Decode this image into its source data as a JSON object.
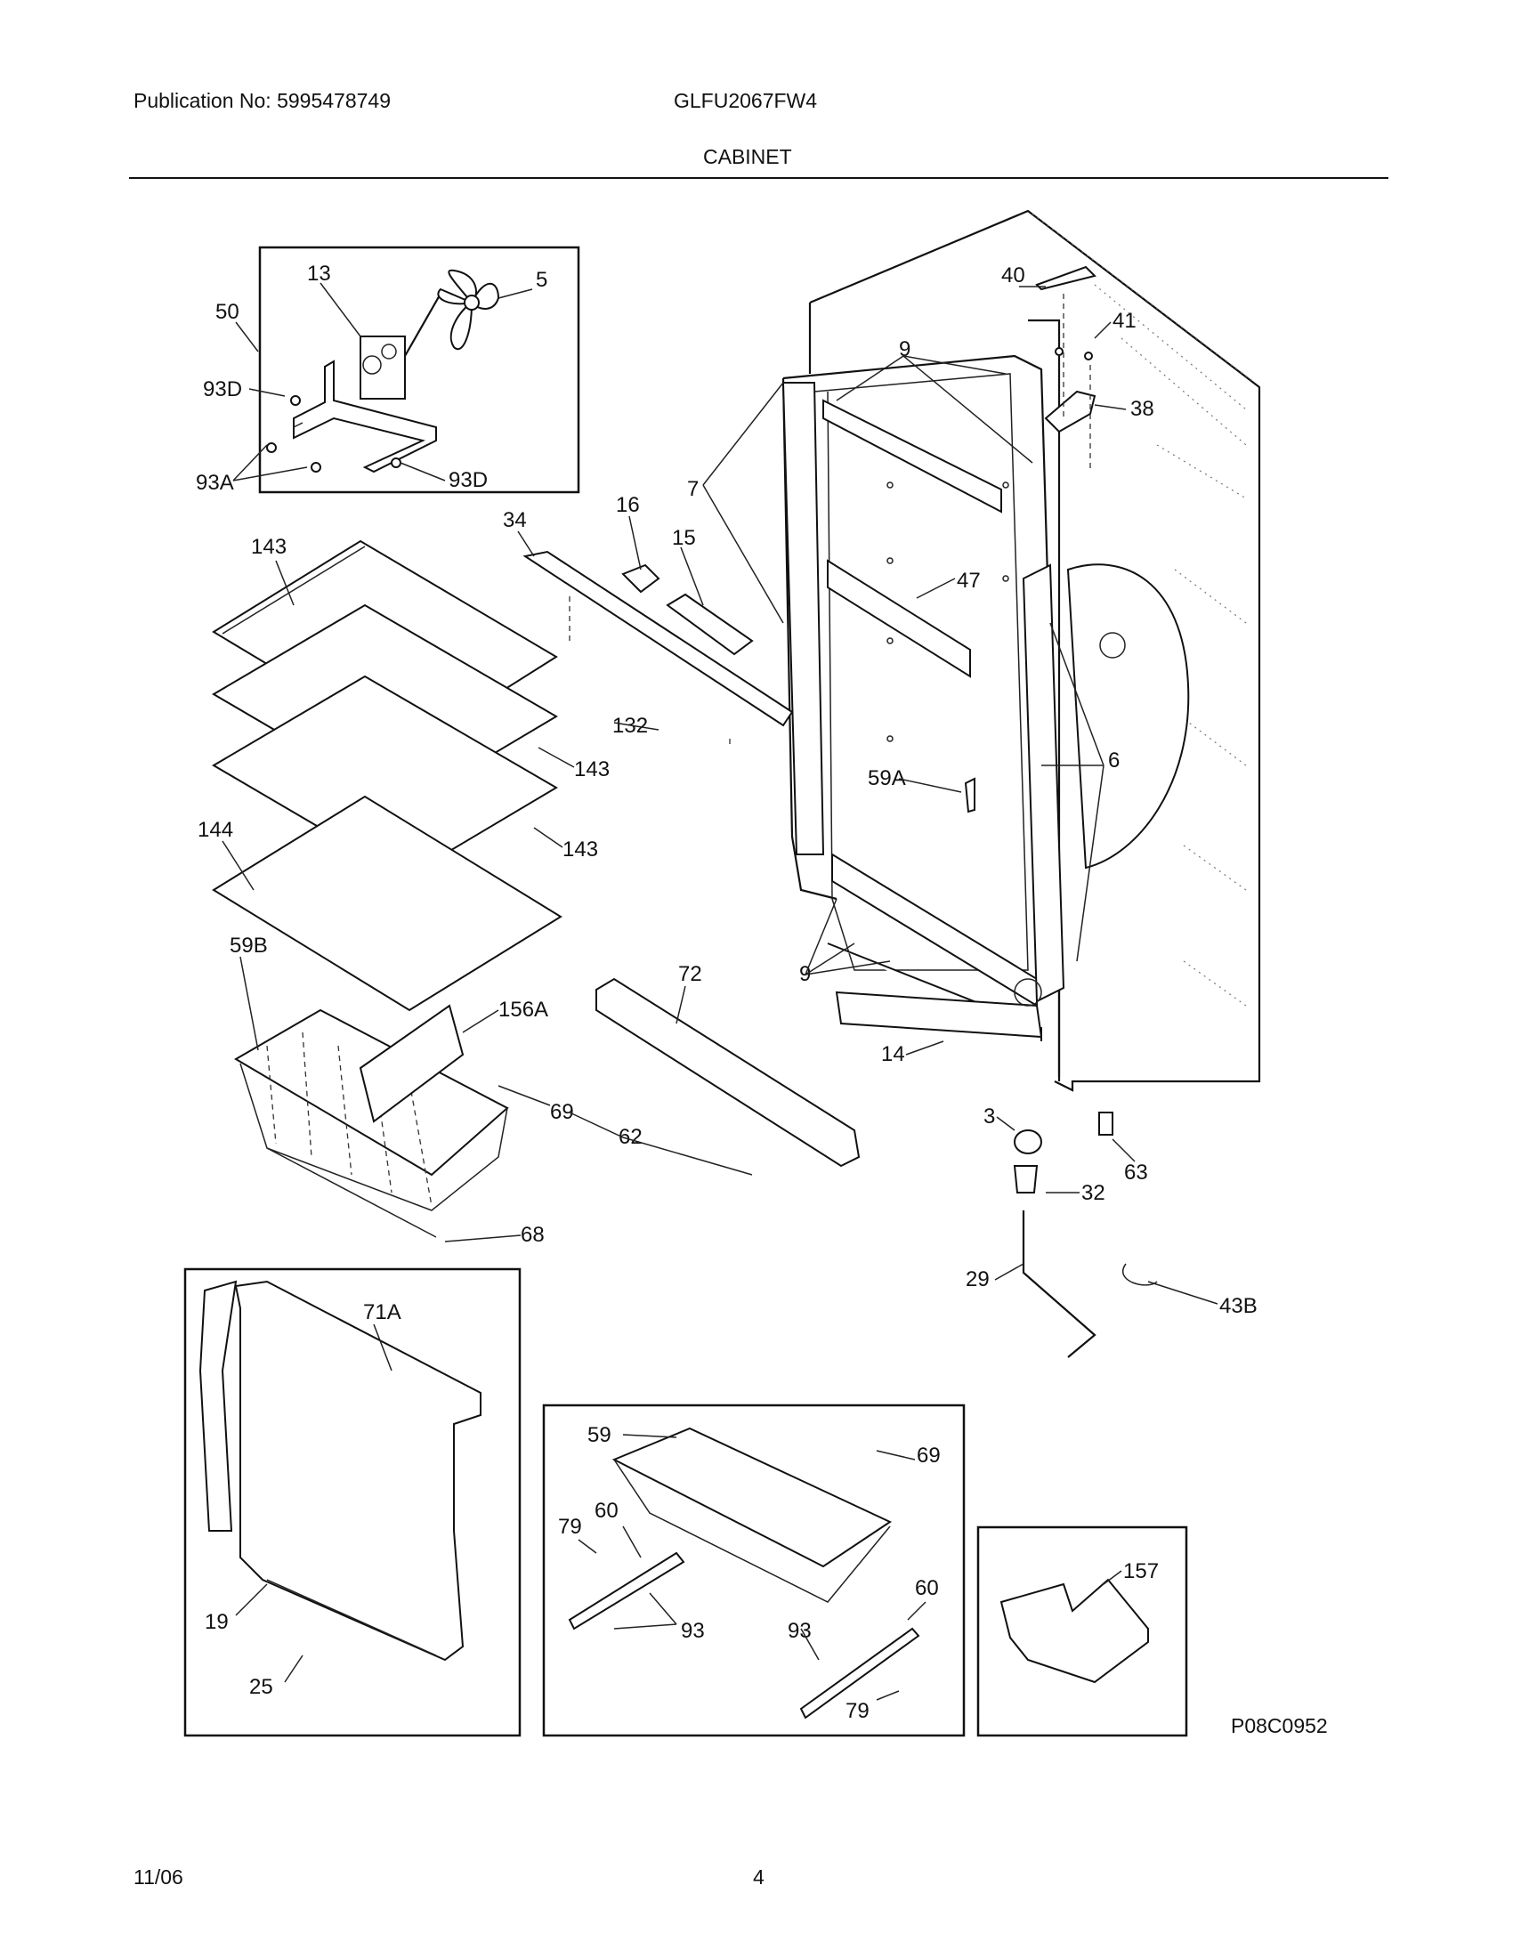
{
  "header": {
    "publication": "Publication No: 5995478749",
    "model": "GLFU2067FW4",
    "section_title": "CABINET"
  },
  "footer": {
    "date": "11/06",
    "page_number": "4",
    "figure_code": "P08C0952"
  },
  "part_labels": {
    "p13": "13",
    "p5": "5",
    "p50": "50",
    "p93D_a": "93D",
    "p93A": "93A",
    "p93D_b": "93D",
    "p40": "40",
    "p41": "41",
    "p38": "38",
    "p9_top": "9",
    "p7": "7",
    "p34": "34",
    "p16": "16",
    "p15": "15",
    "p47": "47",
    "p143_a": "143",
    "p132": "132",
    "p143_b": "143",
    "p6": "6",
    "p59A": "59A",
    "p144": "144",
    "p143_c": "143",
    "p59B": "59B",
    "p72": "72",
    "p9_bottom": "9",
    "p156A": "156A",
    "p14": "14",
    "p69_a": "69",
    "p3": "3",
    "p62": "62",
    "p63": "63",
    "p32": "32",
    "p68": "68",
    "p29": "29",
    "p43B": "43B",
    "p71A": "71A",
    "p59": "59",
    "p69_b": "69",
    "p79_a": "79",
    "p60_a": "60",
    "p93_a": "93",
    "p60_b": "60",
    "p93_b": "93",
    "p79_b": "79",
    "p157": "157",
    "p19": "19",
    "p25": "25"
  }
}
